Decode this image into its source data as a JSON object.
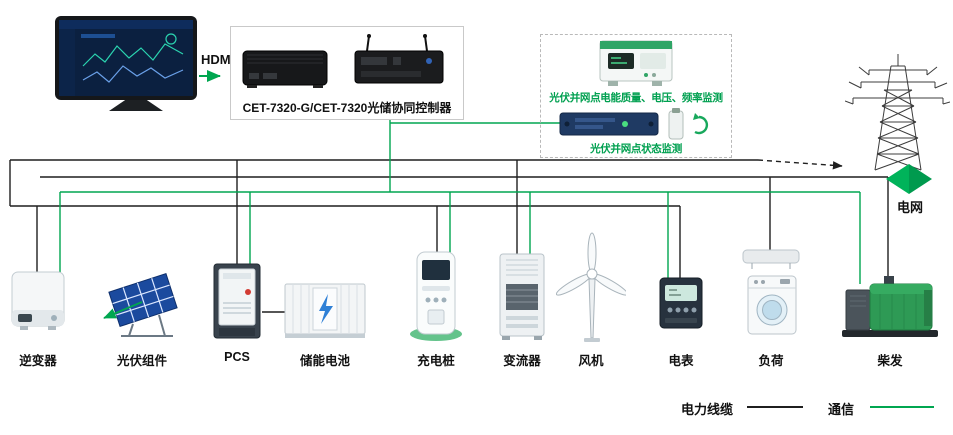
{
  "colors": {
    "comm_green": "#00A650",
    "power_black": "#1F1F1F",
    "grid_diamond": "#009A4E"
  },
  "hdmi": {
    "label": "HDMI"
  },
  "controller": {
    "caption": "CET-7320-G/CET-7320光储协同控制器"
  },
  "monitoring_box": {
    "power_quality_label": "光伏并网点电能质量、电压、频率监测",
    "status_label": "光伏并网点状态监测"
  },
  "grid": {
    "label": "电网"
  },
  "equipment": [
    {
      "name": "inverter",
      "label": "逆变器"
    },
    {
      "name": "pv-module",
      "label": "光伏组件"
    },
    {
      "name": "pcs",
      "label": "PCS"
    },
    {
      "name": "battery",
      "label": "储能电池"
    },
    {
      "name": "charging-pile",
      "label": "充电桩"
    },
    {
      "name": "converter",
      "label": "变流器"
    },
    {
      "name": "wind-turbine",
      "label": "风机"
    },
    {
      "name": "meter",
      "label": "电表"
    },
    {
      "name": "load",
      "label": "负荷"
    },
    {
      "name": "diesel-generator",
      "label": "柴发"
    }
  ],
  "legend": {
    "power": "电力线缆",
    "comm": "通信"
  }
}
